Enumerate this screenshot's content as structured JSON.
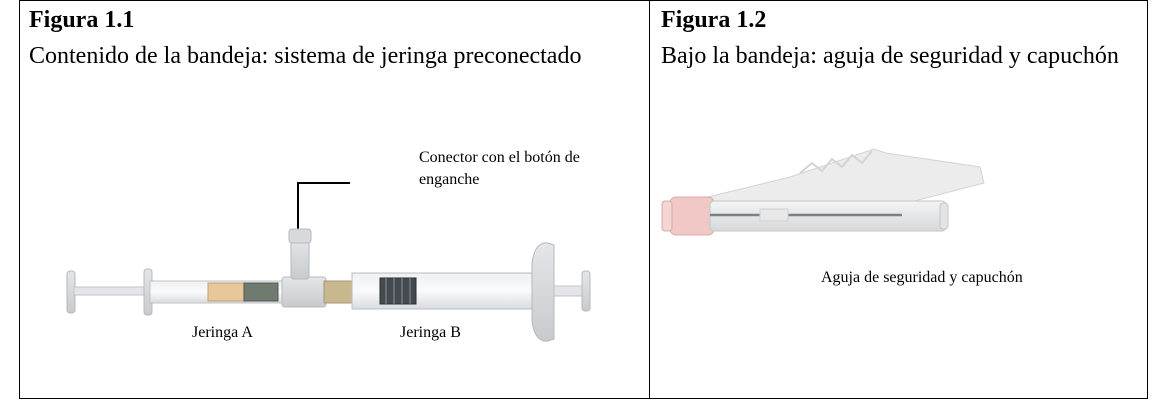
{
  "figures": [
    {
      "title": "Figura 1.1",
      "caption": "Contenido de la bandeja: sistema de jeringa preconectado",
      "labels": {
        "connector": "Conector con el botón de enganche",
        "syringe_a": "Jeringa A",
        "syringe_b": "Jeringa B"
      }
    },
    {
      "title": "Figura 1.2",
      "caption": "Bajo la bandeja: aguja de seguridad y capuchón",
      "labels": {
        "needle": "Aguja de seguridad y capuchón"
      }
    }
  ]
}
